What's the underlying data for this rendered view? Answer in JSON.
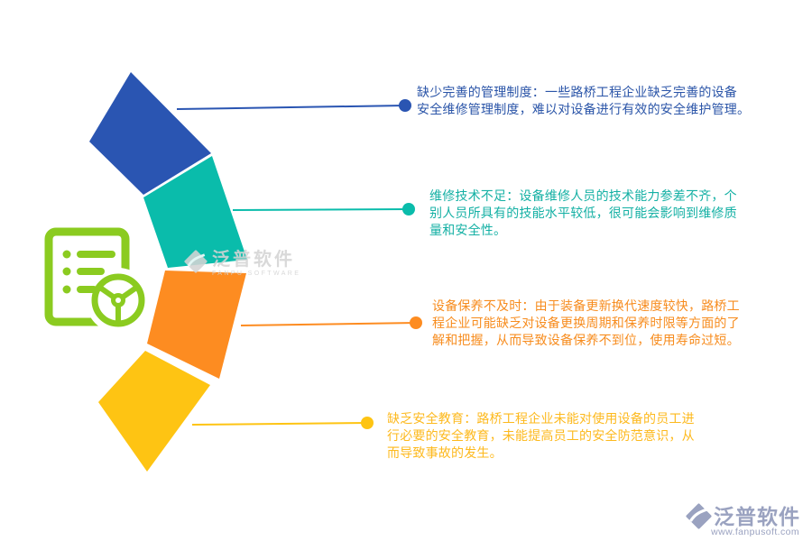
{
  "colors": {
    "seg1": "#2a55b2",
    "seg2": "#0abcab",
    "seg3": "#fd8c21",
    "seg4": "#fec413",
    "note1": "#2b55a8",
    "note2": "#14b0a4",
    "note3": "#f78c1e",
    "note4": "#fdb91d",
    "green": "#8bcb20",
    "watermark": "#d4d4d4",
    "logo": "#9aa2c0"
  },
  "items": [
    {
      "text": "缺少完善的管理制度：一些路桥工程企业缺乏完善的设备\n安全维修管理制度，难以对设备进行有效的安全维护管理。"
    },
    {
      "text": "维修技术不足：设备维修人员的技术能力参差不齐，个\n别人员所具有的技能水平较低，很可能会影响到维修质\n量和安全性。"
    },
    {
      "text": "设备保养不及时：由于装备更新换代速度较快，路桥工\n程企业可能缺乏对设备更换周期和保养时限等方面的了\n解和把握，从而导致设备保养不到位，使用寿命过短。"
    },
    {
      "text": "缺乏安全教育：路桥工程企业未能对使用设备的员工进\n行必要的安全教育，未能提高员工的安全防范意识，从\n而导致事故的发生。"
    }
  ],
  "watermark": {
    "text": "泛普软件",
    "subtext": "FANPU SOFTWARE"
  },
  "footer": {
    "brand": "泛普软件",
    "url": "www.fanpusoft.com"
  },
  "icons": {
    "left_icon": "document-checklist-with-steering-wheel",
    "brand_icon": "fanpu-logo"
  }
}
